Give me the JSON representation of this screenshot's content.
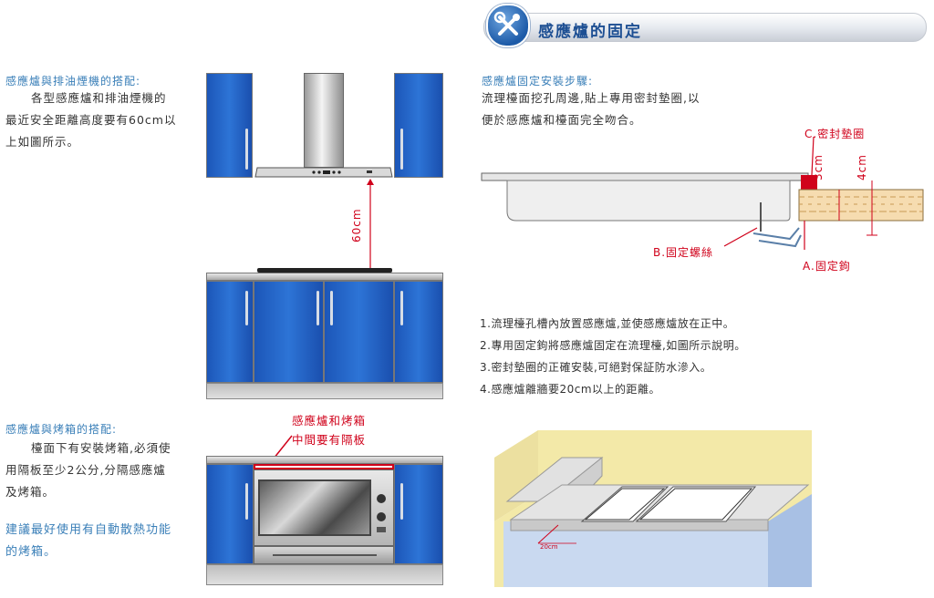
{
  "header": {
    "title": "感應爐的固定",
    "icon": "tools-icon"
  },
  "range_hood": {
    "title": "感應爐與排油煙機的搭配:",
    "lines": [
      "各型感應爐和排油煙機的",
      "最近安全距離高度要有60cm以",
      "上如圖所示。"
    ],
    "distance_label": "60cm"
  },
  "oven": {
    "title": "感應爐與烤箱的搭配:",
    "lines": [
      "檯面下有安裝烤箱,必須使",
      "用隔板至少2公分,分隔感應爐",
      "及烤箱。"
    ],
    "recommend_lines": [
      "建議最好使用有自動散熱功能",
      "的烤箱。"
    ],
    "callout_lines": [
      "感應爐和烤箱",
      "中間要有隔板"
    ]
  },
  "install": {
    "title": "感應爐固定安裝步驟:",
    "lines": [
      "流理檯面挖孔周邊,貼上專用密封墊圈,以",
      "便於感應爐和檯面完全吻合。"
    ],
    "labels": {
      "seal": "C.密封墊圈",
      "screw": "B.固定螺絲",
      "hook": "A.固定鉤",
      "dim_3": "3cm",
      "dim_4": "4cm"
    },
    "steps": [
      "1.流理檯孔槽內放置感應爐,並使感應爐放在正中。",
      "2.專用固定鉤將感應爐固定在流理檯,如圖所示說明。",
      "3.密封墊圈的正確安裝,可絕對保証防水滲入。",
      "4.感應爐離牆要20cm以上的距離。"
    ],
    "wall_distance_label": "20cm"
  }
}
